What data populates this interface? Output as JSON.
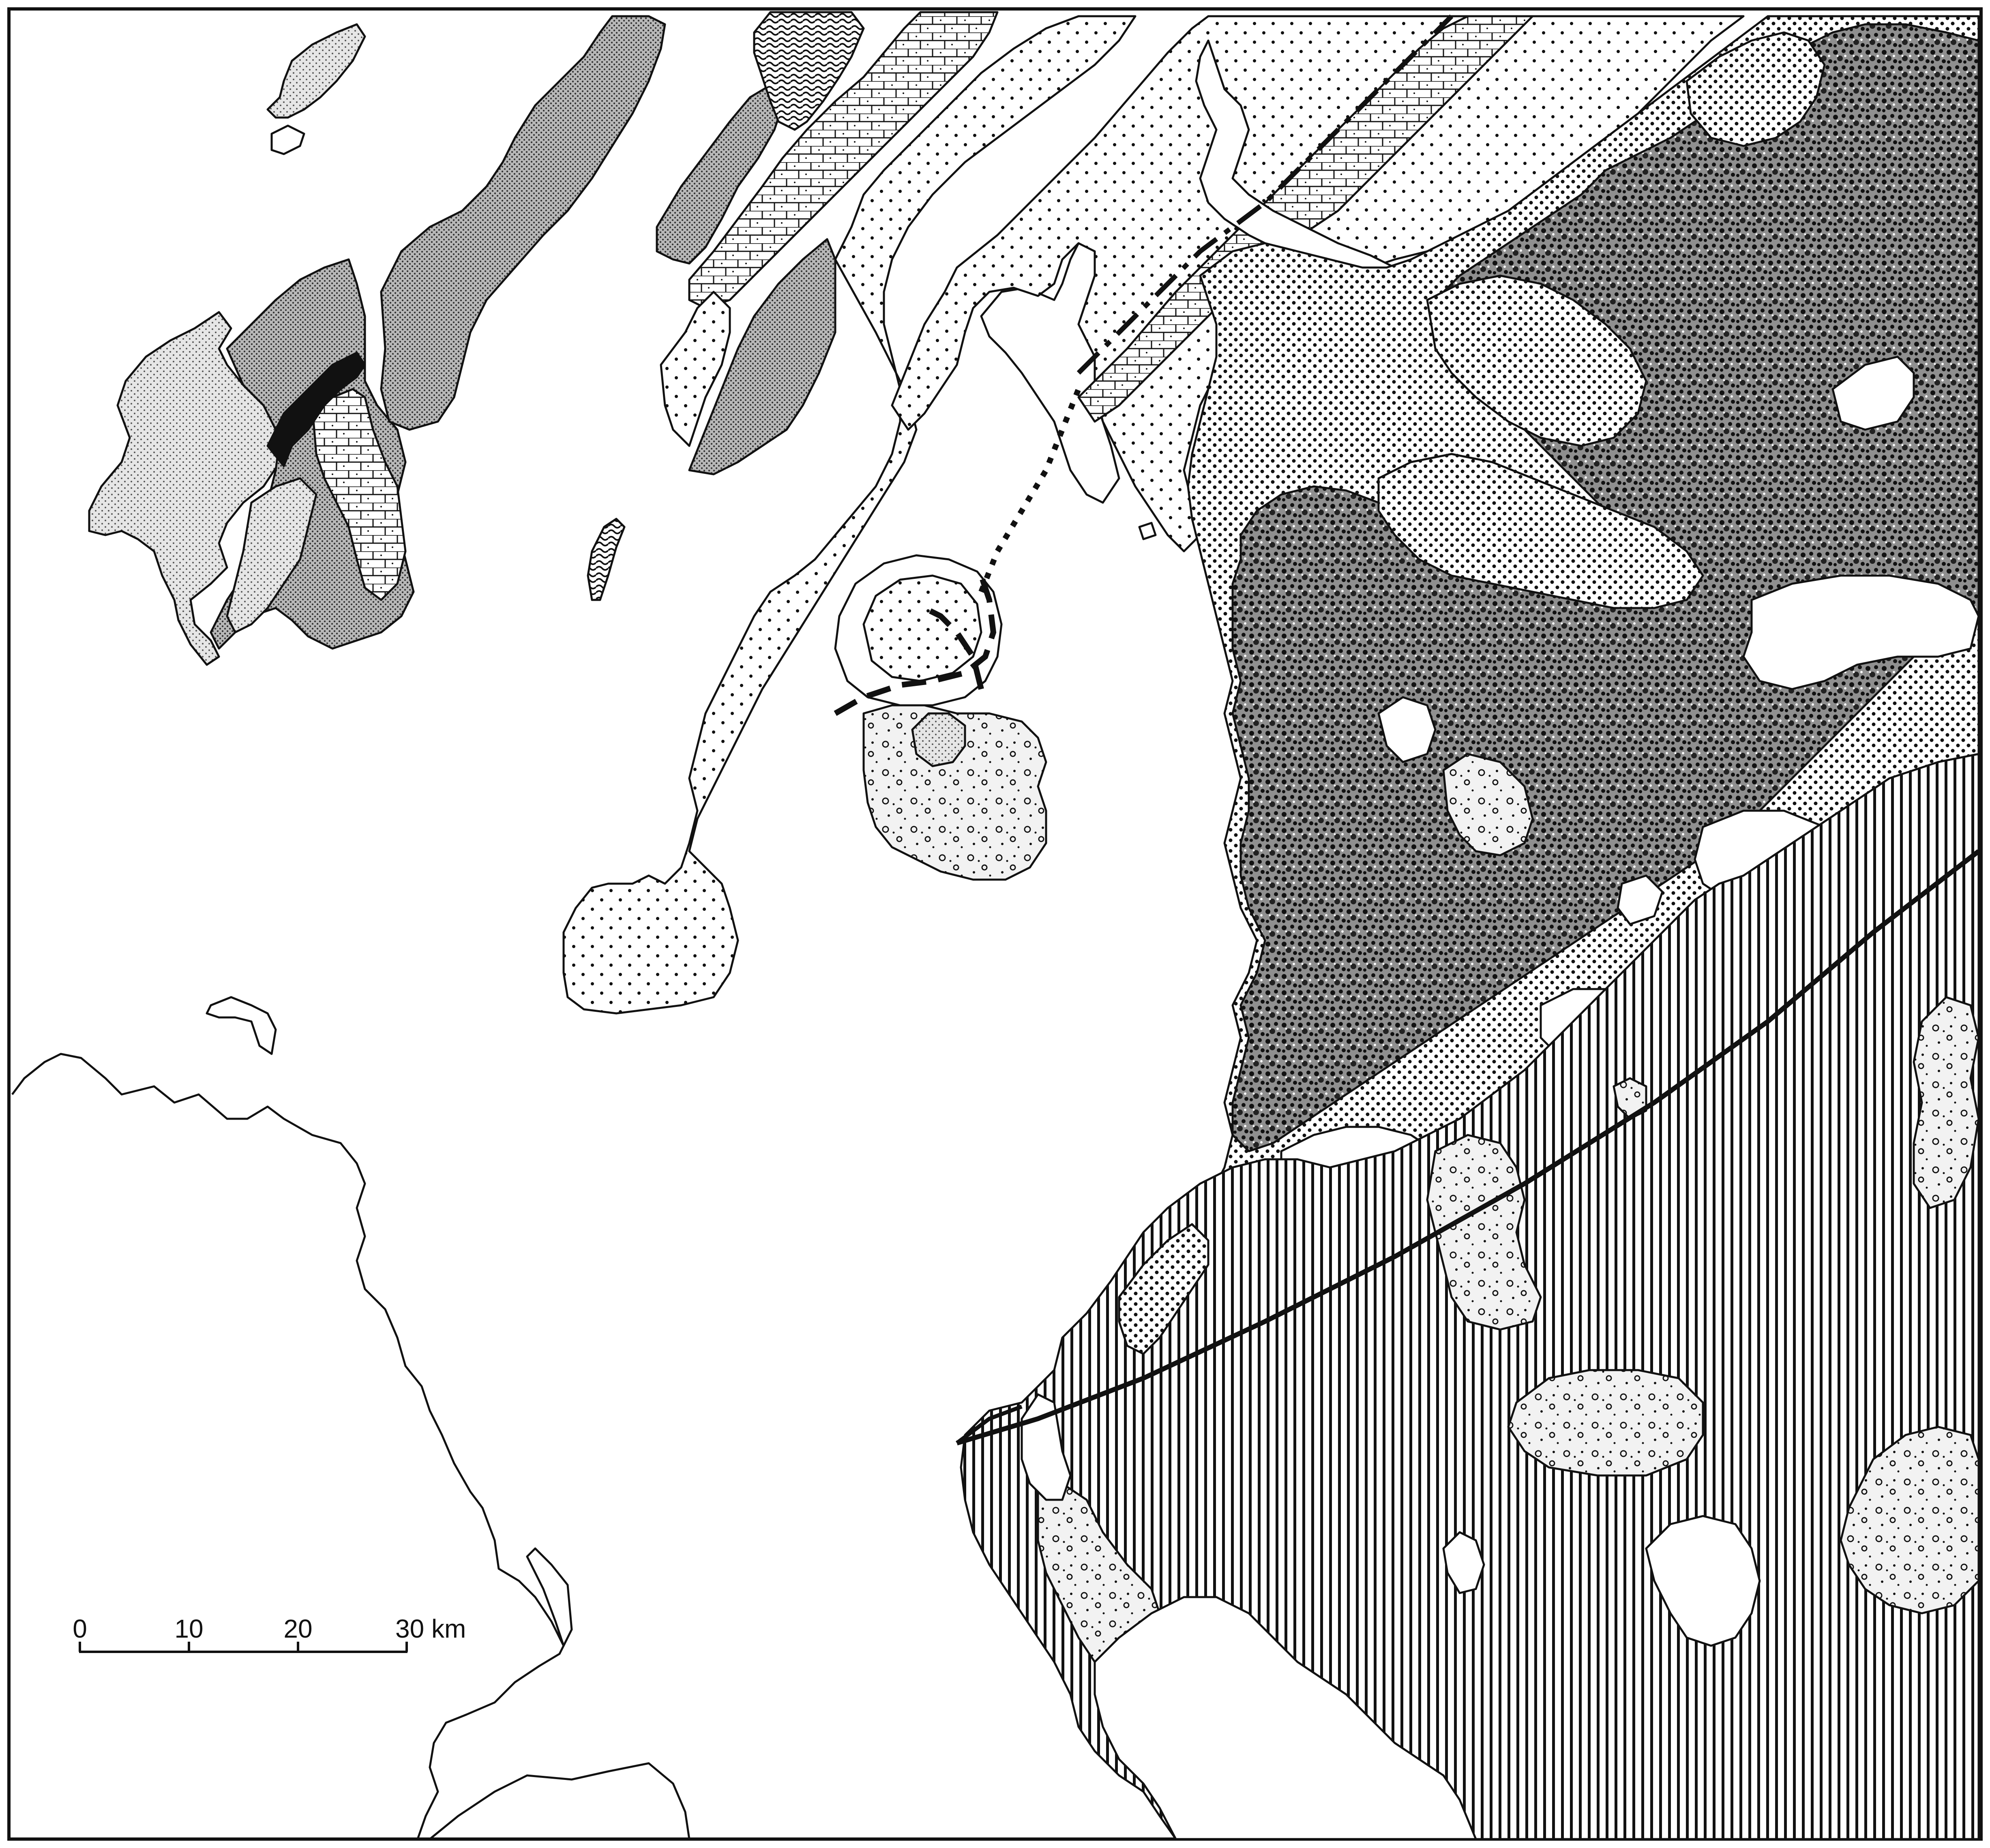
{
  "colors": {
    "ink": "#111111",
    "paper": "#ffffff",
    "light_stipple": "#e6e6e6",
    "medium_stipple": "#bdbdbd",
    "dark_stipple": "#8a8a8a",
    "solid": "#111111"
  },
  "scale_bar": {
    "labels": [
      "0",
      "10",
      "20",
      "30 km"
    ]
  },
  "map_units": [
    "sparse-dot",
    "dense-dot",
    "dark-mottled",
    "vertical-hatch",
    "wavy-hatch",
    "brick",
    "speckle-circles",
    "light-stipple",
    "medium-stipple",
    "solid-black"
  ]
}
